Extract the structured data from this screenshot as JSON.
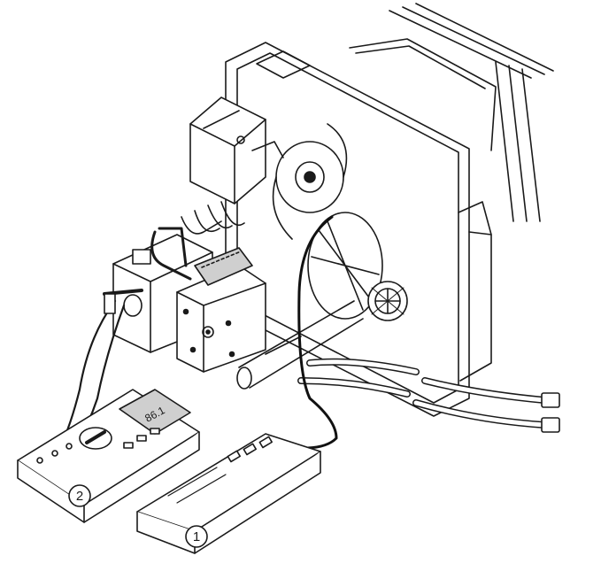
{
  "figure": {
    "multimeter_display": "86.1",
    "callouts": [
      {
        "id": "1",
        "label": "1"
      },
      {
        "id": "2",
        "label": "2"
      }
    ]
  },
  "colors": {
    "ink": "#1a1a1a",
    "paper": "#ffffff",
    "shade": "#d9d9d9",
    "dark": "#111111"
  }
}
